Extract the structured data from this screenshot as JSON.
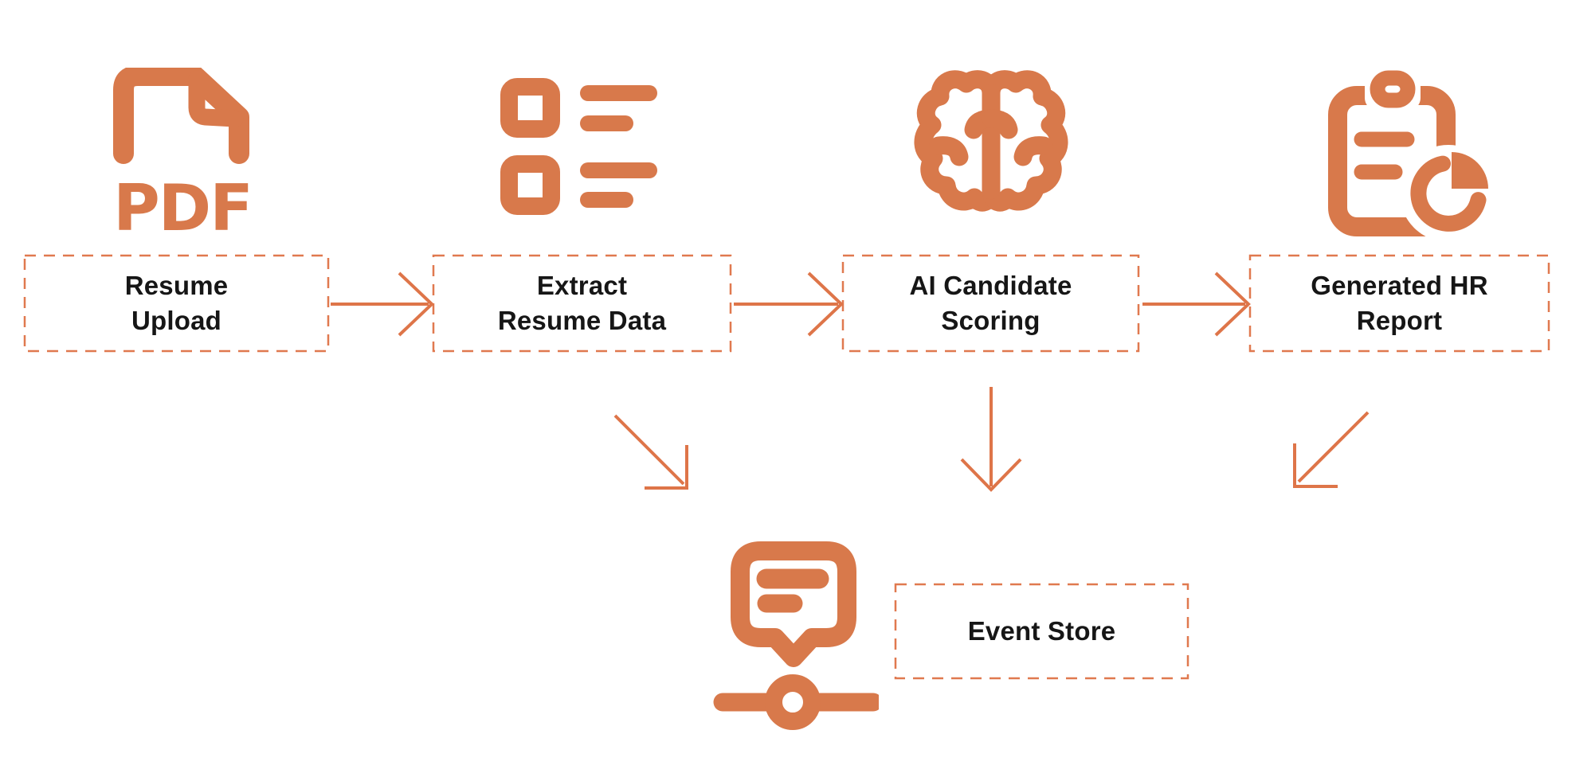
{
  "diagram": {
    "background": "#ffffff",
    "colors": {
      "icon": "#d8794b",
      "arrow": "#de7549",
      "border": "#e0794f",
      "text": "#161616"
    },
    "nodes": {
      "resume_upload": {
        "lines": [
          "Resume",
          "Upload"
        ],
        "icon": "pdf-file-icon",
        "badge": "PDF"
      },
      "extract_resume_data": {
        "lines": [
          "Extract",
          "Resume Data"
        ],
        "icon": "checklist-icon"
      },
      "ai_candidate_scoring": {
        "lines": [
          "AI Candidate",
          "Scoring"
        ],
        "icon": "brain-icon"
      },
      "generated_hr_report": {
        "lines": [
          "Generated HR",
          "Report"
        ],
        "icon": "clipboard-pie-chart-icon"
      },
      "event_store": {
        "lines": [
          "Event Store"
        ],
        "icon": "message-network-node-icon"
      }
    },
    "edges": [
      {
        "from": "resume_upload",
        "to": "extract_resume_data"
      },
      {
        "from": "extract_resume_data",
        "to": "ai_candidate_scoring"
      },
      {
        "from": "ai_candidate_scoring",
        "to": "generated_hr_report"
      },
      {
        "from": "extract_resume_data",
        "to": "event_store"
      },
      {
        "from": "ai_candidate_scoring",
        "to": "event_store"
      },
      {
        "from": "generated_hr_report",
        "to": "event_store"
      }
    ]
  }
}
